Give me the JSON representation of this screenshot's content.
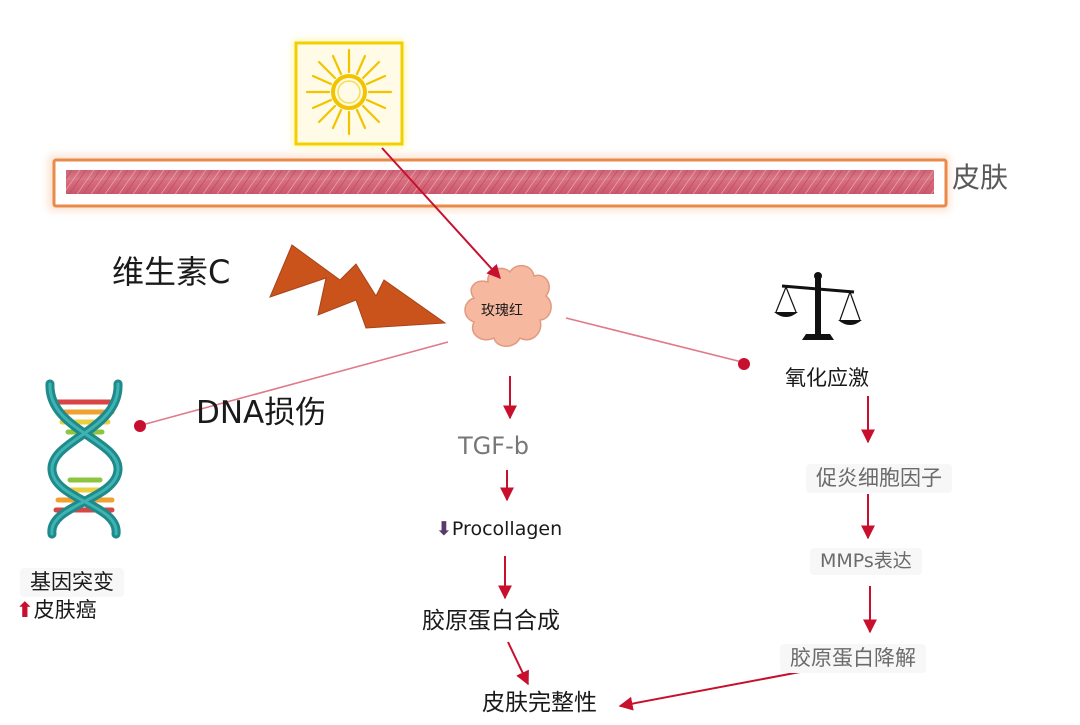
{
  "labels": {
    "skin": "皮肤",
    "vitamin_c": "维生素C",
    "rosacea": "玫瑰红",
    "dna_damage": "DNA损伤",
    "gene_mutation": "基因突变",
    "skin_cancer": "皮肤癌",
    "tgf": "TGF-b",
    "procollagen": "Procollagen",
    "collagen_synthesis": "胶原蛋白合成",
    "skin_integrity": "皮肤完整性",
    "oxidative_stress": "氧化应激",
    "cytokines": "促炎细胞因子",
    "mmps": "MMPs表达",
    "collagen_degradation": "胶原蛋白降解"
  },
  "indicators": {
    "procollagen": "down",
    "skin_cancer": "up"
  },
  "icons": {
    "sun": "sun-icon",
    "lightning": "lightning-bolt-icon",
    "cloud": "cloud-icon",
    "dna": "dna-helix-icon",
    "scale": "balance-scale-icon"
  },
  "colors": {
    "arrow_red": "#c8102e",
    "lightning_orange": "#c9531a",
    "skin_pink": "#cf5f71",
    "skin_border": "#e98a4a",
    "cloud_fill": "#f7b8a0",
    "sun_yellow": "#f2d000"
  }
}
